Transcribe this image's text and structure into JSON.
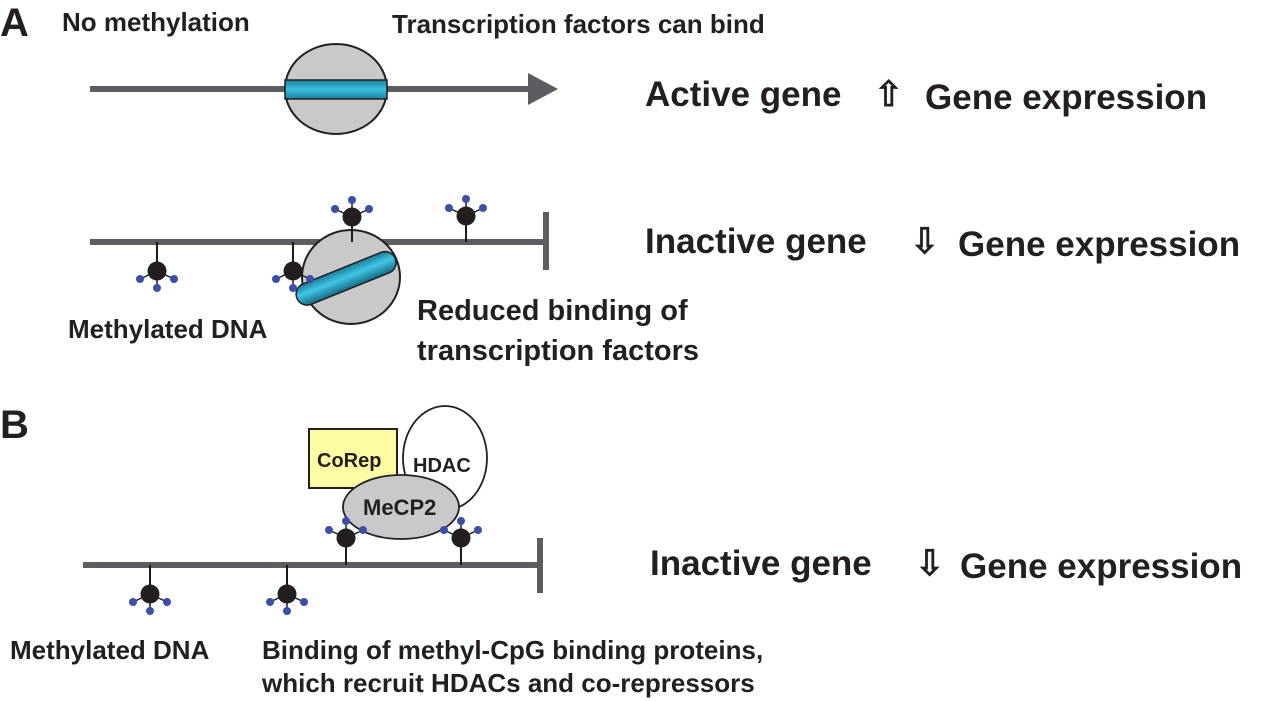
{
  "panels": {
    "a": {
      "letter": "A"
    },
    "b": {
      "letter": "B"
    }
  },
  "section_a": {
    "active": {
      "label_no_methylation": "No methylation",
      "label_tf_bind": "Transcription factors can bind",
      "label_active_gene": "Active gene",
      "arrow_up_glyph": "⇧",
      "label_gene_expression": "Gene expression"
    },
    "inactive": {
      "label_inactive_gene": "Inactive gene",
      "arrow_down_glyph": "⇩",
      "label_gene_expression": "Gene expression",
      "label_methylated_dna": "Methylated DNA",
      "label_reduced_line1": "Reduced binding of",
      "label_reduced_line2": "transcription factors"
    }
  },
  "section_b": {
    "corep_label": "CoRep",
    "hdac_label": "HDAC",
    "mecp2_label": "MeCP2",
    "label_inactive_gene": "Inactive gene",
    "arrow_down_glyph": "⇩",
    "label_gene_expression": "Gene expression",
    "label_methylated_dna": "Methylated DNA",
    "label_binding_line1": "Binding of methyl-CpG binding proteins,",
    "label_binding_line2": "which recruit HDACs and co-repressors"
  },
  "colors": {
    "dna_line": "#5b5d60",
    "methyl_stem": "#1a1a1a",
    "methyl_head": "#231f20",
    "methyl_dots": "#3a4fa5",
    "tf_fill": "#c9c9cb",
    "tf_stripe": "#2aa3c3",
    "corep_fill": "#fdfca3",
    "mecp2_fill": "#c9c9cb"
  }
}
